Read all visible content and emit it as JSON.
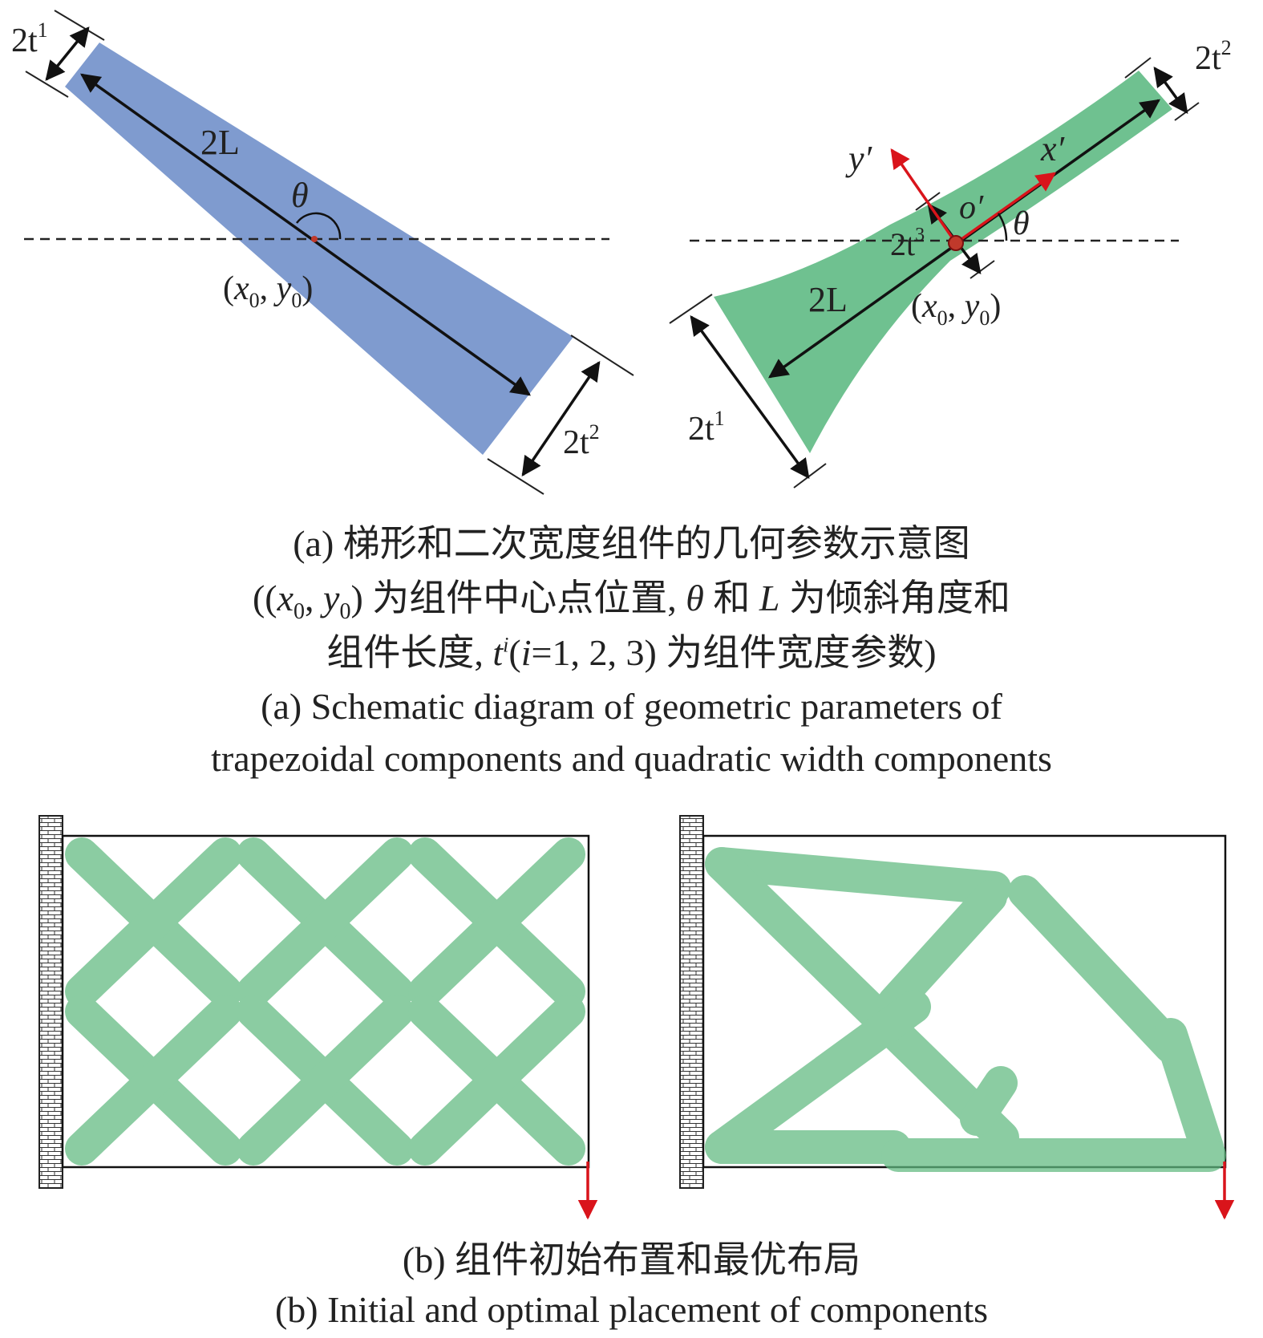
{
  "colors": {
    "blue_fill": "#7f9bcf",
    "green_fill": "#6fc190",
    "green_member": "#5fb97f",
    "arrow_red": "#d9141b",
    "line": "#111111"
  },
  "panel_a_left": {
    "width_start": "2t",
    "width_start_sup": "1",
    "length": "2L",
    "angle": "θ",
    "center_x": "x",
    "center_y": "y",
    "center_sub": "0",
    "width_end": "2t",
    "width_end_sup": "2"
  },
  "panel_a_right": {
    "width_end": "2t",
    "width_end_sup": "2",
    "axis_y": "y′",
    "axis_x": "x′",
    "origin": "o′",
    "angle": "θ",
    "width_mid": "2t",
    "width_mid_sup": "3",
    "length": "2L",
    "center_x": "x",
    "center_y": "y",
    "center_sub": "0",
    "width_start": "2t",
    "width_start_sup": "1"
  },
  "caption_a": {
    "zh_line1": "(a) 梯形和二次宽度组件的几何参数示意图",
    "zh_line2_pre": "((",
    "zh_line2_x": "x",
    "zh_line2_sub": "0",
    "zh_line2_comma": ", ",
    "zh_line2_y": "y",
    "zh_line2_mid": ") 为组件中心点位置, ",
    "zh_line2_theta": "θ",
    "zh_line2_and": " 和 ",
    "zh_line2_L": "L",
    "zh_line2_post": " 为倾斜角度和",
    "zh_line3_pre": "组件长度, ",
    "zh_line3_t": "t",
    "zh_line3_sup": "i",
    "zh_line3_open": "(",
    "zh_line3_i": "i",
    "zh_line3_post": "=1, 2, 3) 为组件宽度参数)",
    "en_line1": "(a) Schematic diagram of geometric parameters of",
    "en_line2": "trapezoidal components and quadratic width components"
  },
  "caption_b": {
    "zh": "(b) 组件初始布置和最优布局",
    "en": "(b) Initial and optimal placement of components"
  }
}
